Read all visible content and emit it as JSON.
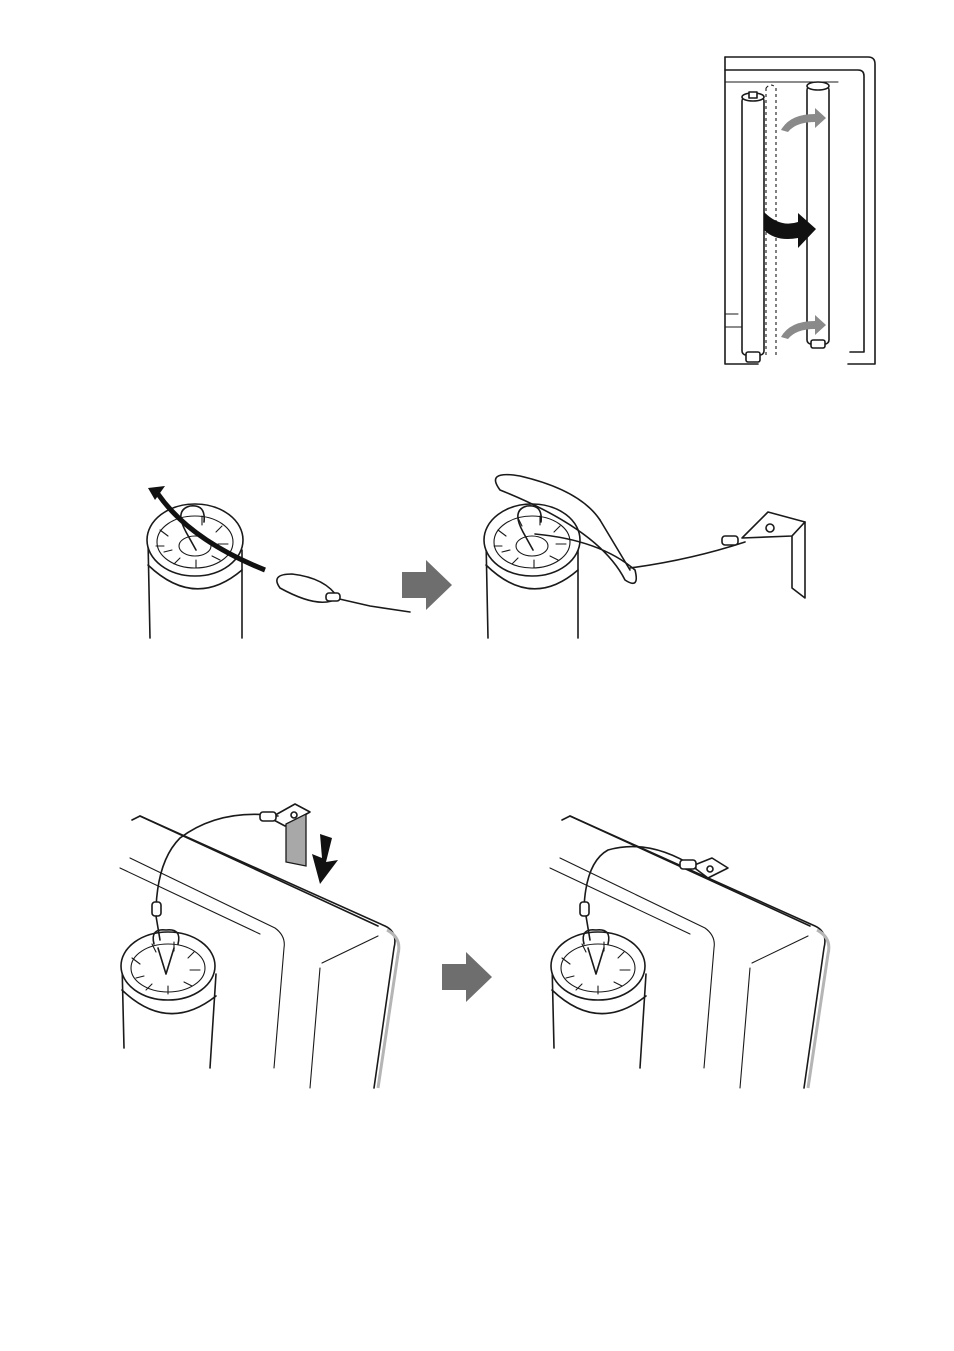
{
  "page": {
    "background": "#ffffff",
    "line_color": "#1a1a1a",
    "accent_gray": "#8a8a8a",
    "step_arrow_color": "#6e6e6e"
  },
  "figures": [
    {
      "name": "rolled-sheet-frame-figure",
      "icons": [
        "frame-icon",
        "roller-icon",
        "rotate-arrow-icon"
      ]
    },
    {
      "name": "wire-hook-attach-figure",
      "icons": [
        "cylinder-cap-icon",
        "hook-icon",
        "wire-loop-icon",
        "bracket-icon"
      ]
    },
    {
      "name": "hang-on-frame-figure",
      "icons": [
        "frame-edge-icon",
        "bracket-icon",
        "down-arrow-icon",
        "cylinder-cap-icon"
      ]
    }
  ]
}
